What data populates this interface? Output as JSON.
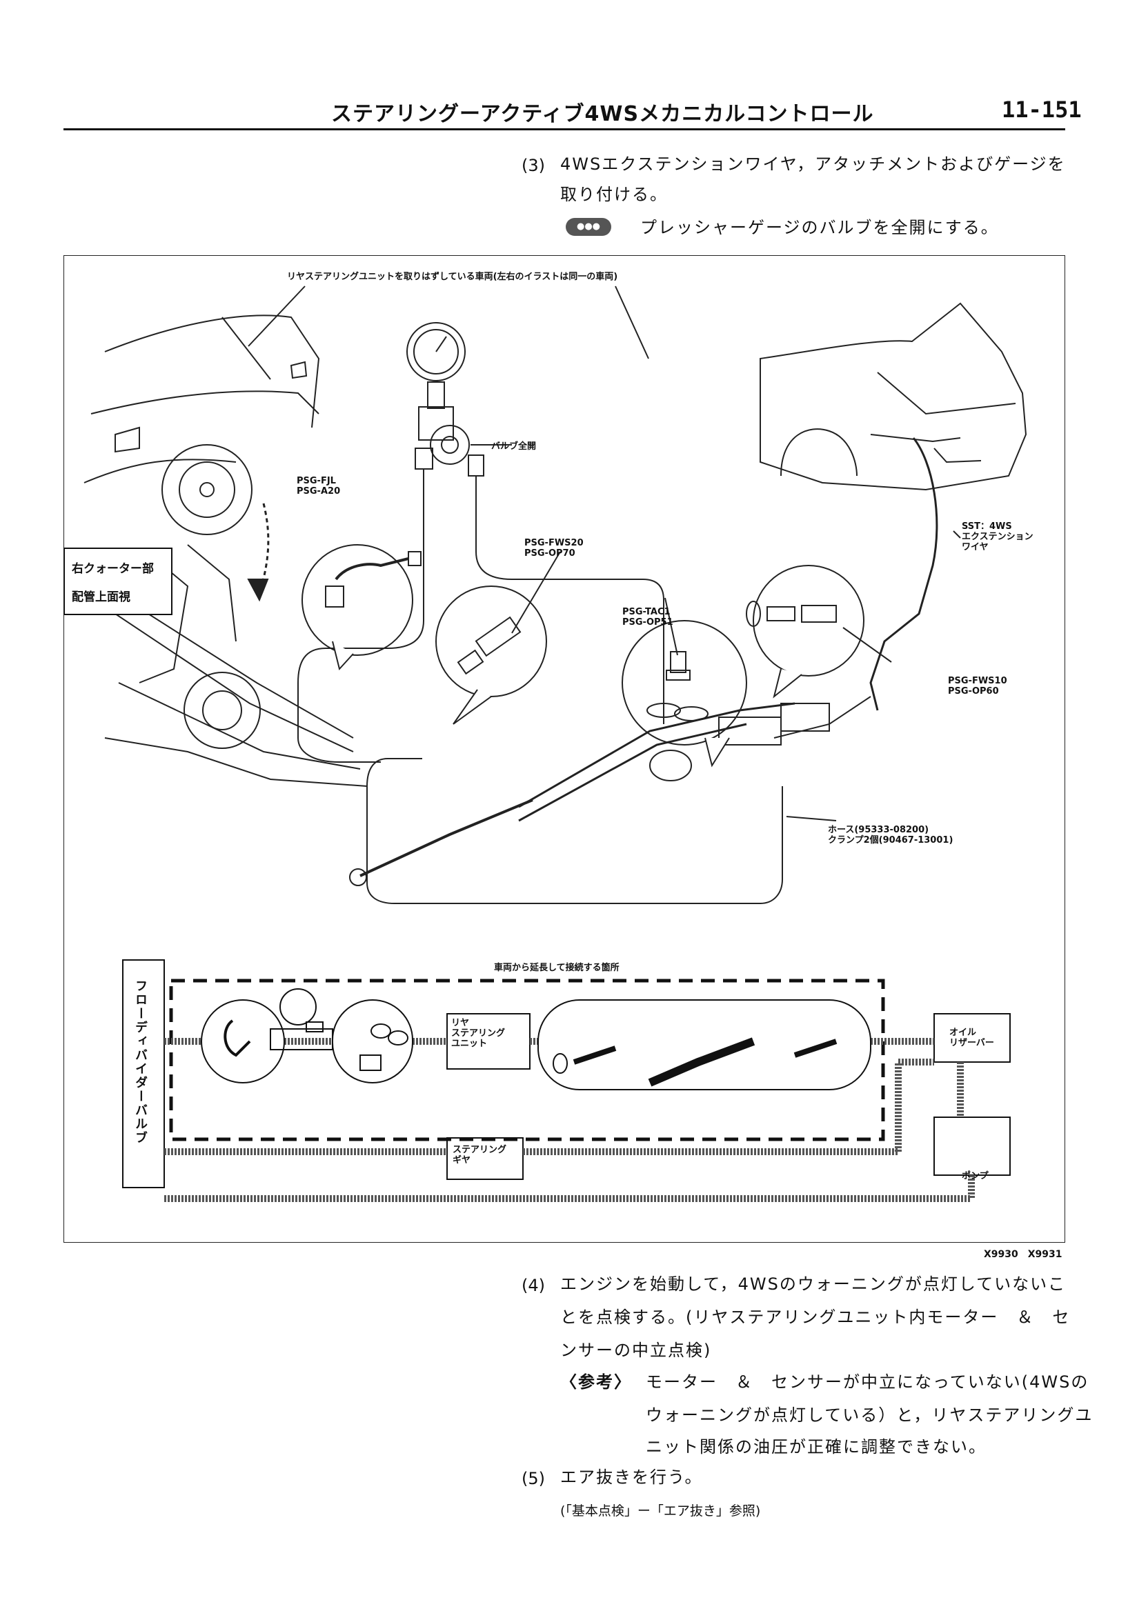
{
  "header": {
    "title": "ステアリングーアクティブ4WSメカニカルコントロール",
    "page": "11-151"
  },
  "step3": {
    "num": "(3)",
    "line1": "4WSエクステンションワイヤ，アタッチメントおよびゲージを",
    "line2": "取り付ける。",
    "note": "プレッシャーゲージのバルブを全開にする。"
  },
  "figure": {
    "top_label": "リヤステアリングユニットを取りはずしている車両(左右のイラストは同一の車両)",
    "valve_label": "バルブ全開",
    "psg_fjl": "PSG-FJL\nPSG-A20",
    "psg_fws20": "PSG-FWS20\nPSG-OP70",
    "psg_tac1": "PSG-TAC1\nPSG-OP51",
    "psg_fws10": "PSG-FWS10\nPSG-OP60",
    "sst_label": "SST：4WS\nエクステンション\nワイヤ",
    "quarter_label1": "右クォーター部",
    "quarter_label2": "配管上面視",
    "hose_label": "ホース(95333-08200)\nクランプ2個(90467-13001)",
    "schematic_title": "車両から延長して接続する箇所",
    "flow_valve": "フローディバイダーバルブ",
    "rear_unit": "リヤ\nステアリング\nユニット",
    "oil_reservoir": "オイル\nリザーバー",
    "steering_gear": "ステアリング\nギヤ",
    "pump": "ポンプ",
    "fig_codes": "X9930　X9931"
  },
  "step4": {
    "num": "(4)",
    "line1": "エンジンを始動して，4WSのウォーニングが点灯していないこ",
    "line2": "とを点検する。(リヤステアリングユニット内モーター　＆　セ",
    "line3": "ンサーの中立点検)",
    "ref_label": "〈参考〉",
    "ref1": "モーター　＆　センサーが中立になっていない(4WSの",
    "ref2": "ウォーニングが点灯している）と，リヤステアリングユ",
    "ref3": "ニット関係の油圧が正確に調整できない。"
  },
  "step5": {
    "num": "(5)",
    "line1": "エア抜きを行う。",
    "sub": "(「基本点検」ー「エア抜き」参照)"
  }
}
